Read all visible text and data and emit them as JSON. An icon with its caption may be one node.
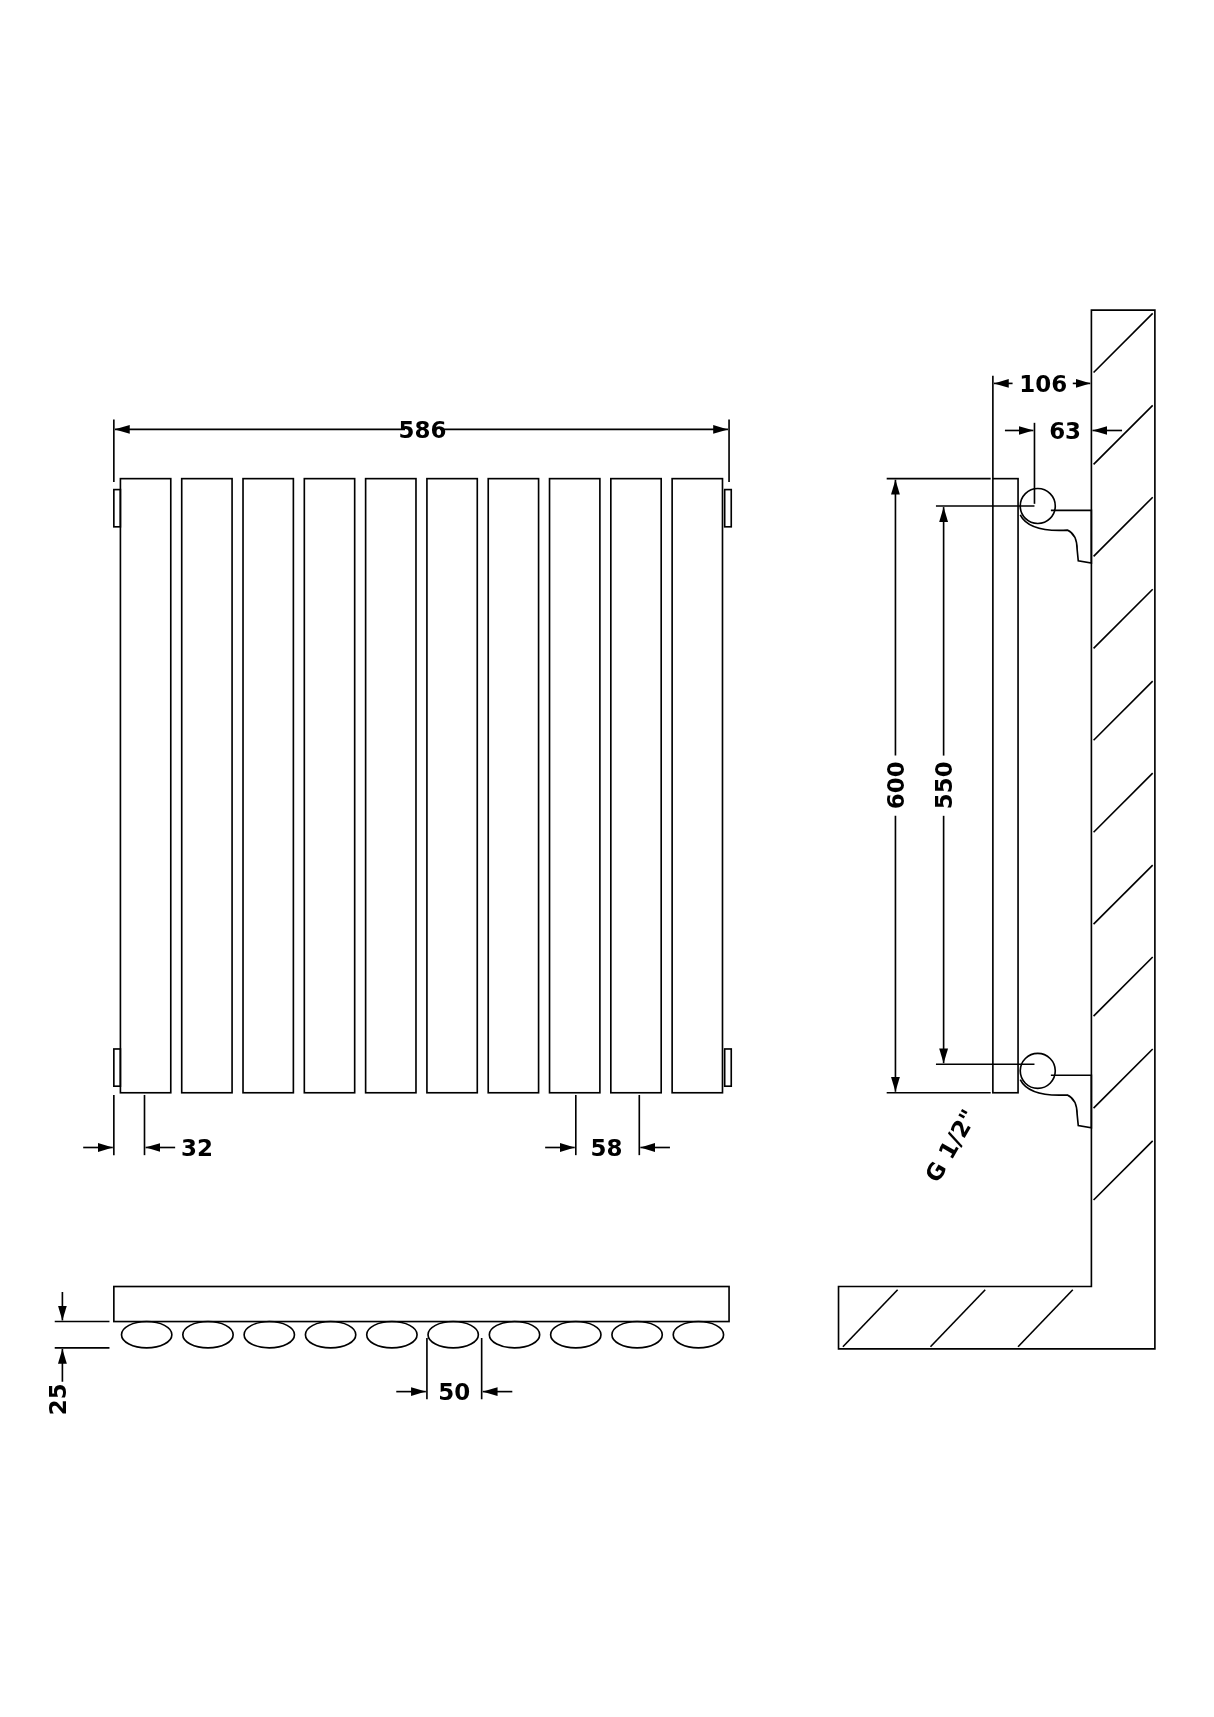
{
  "diagram": {
    "labels": [
      "586",
      "106",
      "63",
      "600",
      "550",
      "32",
      "58",
      "G 1/2\"",
      "25",
      "50"
    ]
  }
}
